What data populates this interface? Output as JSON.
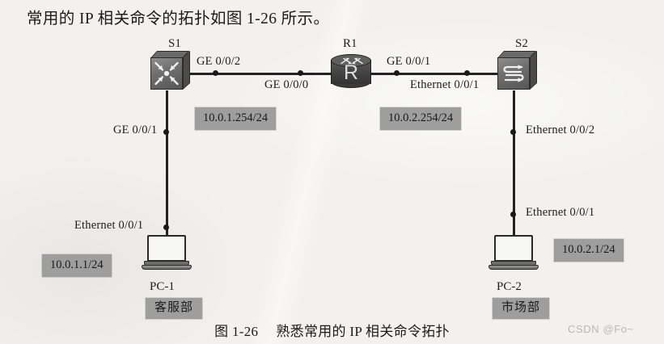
{
  "page": {
    "heading": "常用的 IP 相关命令的拓扑如图 1-26 所示。",
    "caption_number": "图 1-26",
    "caption_text": "熟悉常用的 IP 相关命令拓扑",
    "watermark": "CSDN @Fo~",
    "background_color": "#f2f1ee",
    "line_color": "#232323",
    "chip_color": "#9e9e9e"
  },
  "devices": {
    "s1": {
      "name": "S1",
      "type": "layer3-switch",
      "icon": "switch-icon"
    },
    "r1": {
      "name": "R1",
      "type": "router",
      "icon": "router-icon",
      "body_letter": "R"
    },
    "s2": {
      "name": "S2",
      "type": "layer2-switch",
      "icon": "switch-icon"
    },
    "pc1": {
      "name": "PC-1",
      "type": "laptop",
      "icon": "laptop-icon"
    },
    "pc2": {
      "name": "PC-2",
      "type": "laptop",
      "icon": "laptop-icon"
    }
  },
  "interfaces": {
    "s1_to_r1": "GE 0/0/2",
    "r1_to_s1": "GE 0/0/0",
    "r1_to_s2": "GE 0/0/1",
    "s2_to_r1": "Ethernet 0/0/1",
    "s1_to_pc1": "GE 0/0/1",
    "pc1_to_s1": "Ethernet 0/0/1",
    "s2_to_pc2": "Ethernet 0/0/2",
    "pc2_to_s2": "Ethernet 0/0/1"
  },
  "addresses": {
    "s1_vlan": "10.0.1.254/24",
    "r1_gateway": "10.0.2.254/24",
    "pc1_ip": "10.0.1.1/24",
    "pc2_ip": "10.0.2.1/24"
  },
  "departments": {
    "pc1_dept": "客服部",
    "pc2_dept": "市场部"
  }
}
